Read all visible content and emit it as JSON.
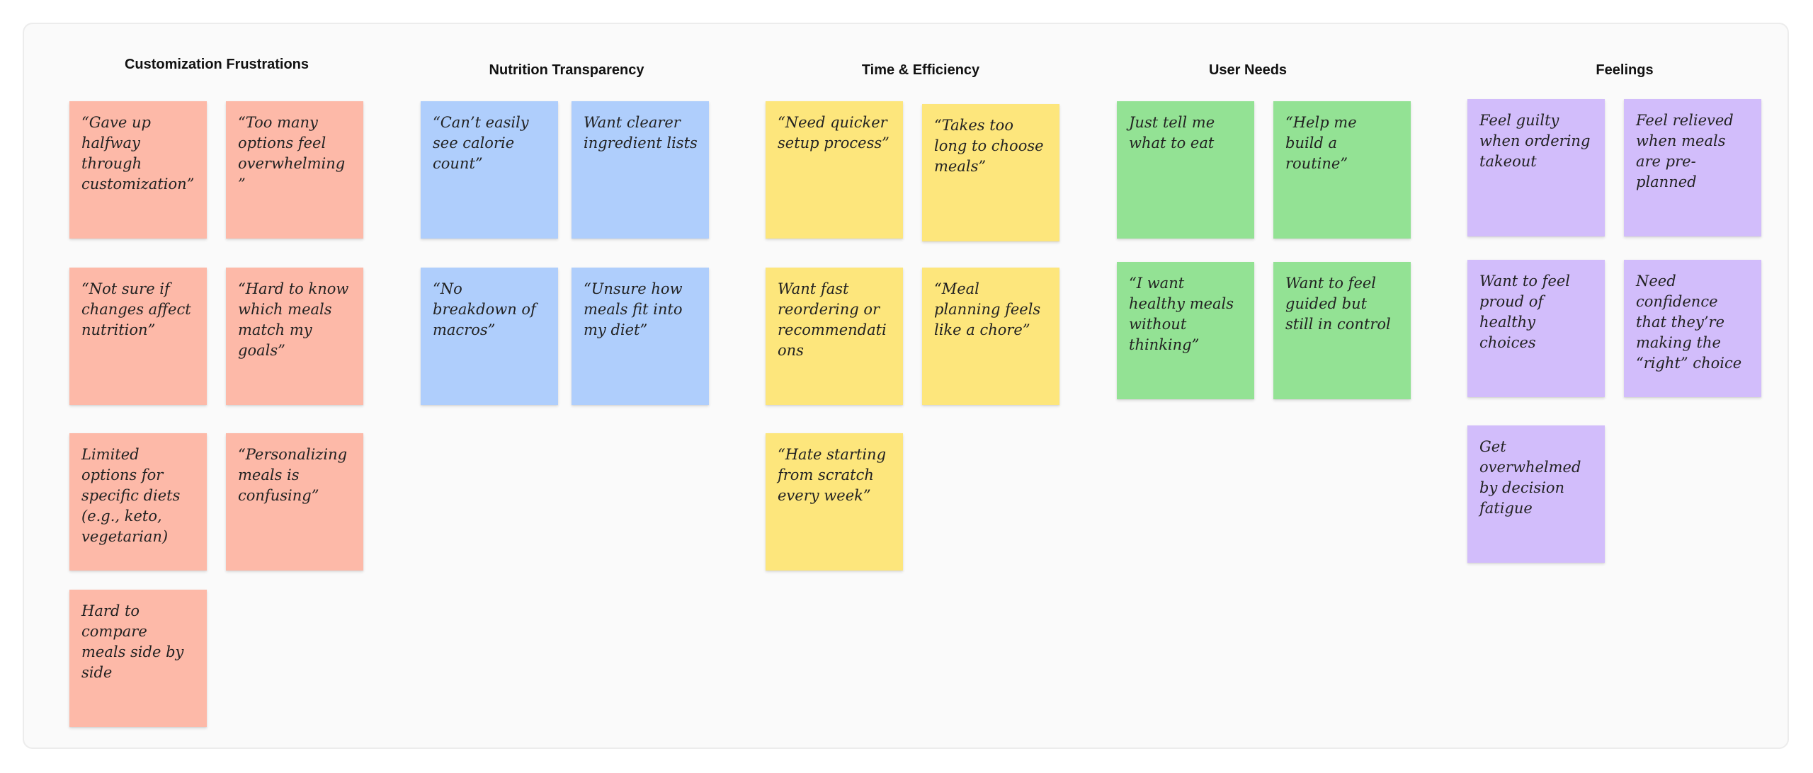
{
  "colors": {
    "customization": "#fdb9a8",
    "nutrition": "#afcefc",
    "time": "#fde67c",
    "needs": "#93e294",
    "feelings": "#d2bdfb",
    "board_background": "#fafafa"
  },
  "groups": [
    {
      "title": "Customization Frustrations",
      "notes": [
        "“Gave up halfway through customization”",
        "“Too many options feel overwhelming”",
        "“Not sure if changes affect nutrition”",
        "“Hard to know which meals match my goals”",
        "Limited options for specific diets (e.g., keto, vegetarian)",
        "“Personalizing meals is confusing”",
        "Hard to compare meals side by side"
      ]
    },
    {
      "title": "Nutrition Transparency",
      "notes": [
        "“Can’t easily see calorie count”",
        "Want clearer ingredient lists",
        "“No breakdown of macros”",
        "“Unsure how meals fit into my diet”"
      ]
    },
    {
      "title": "Time & Efficiency",
      "notes": [
        "“Need quicker setup process”",
        "“Takes too long to choose meals”",
        "Want fast reordering or recommendations",
        "“Meal planning feels like a chore”",
        "“Hate starting from scratch every week”"
      ]
    },
    {
      "title": "User Needs",
      "notes": [
        "Just tell me what to eat",
        "“Help me build a routine”",
        "“I want healthy meals without thinking”",
        "Want to feel guided but still in control"
      ]
    },
    {
      "title": "Feelings",
      "notes": [
        "Feel guilty when ordering takeout",
        "Feel relieved when meals are pre-planned",
        "Want to feel proud of healthy choices",
        "Need confidence that they’re making the “right” choice",
        "Get overwhelmed by decision fatigue"
      ]
    }
  ]
}
